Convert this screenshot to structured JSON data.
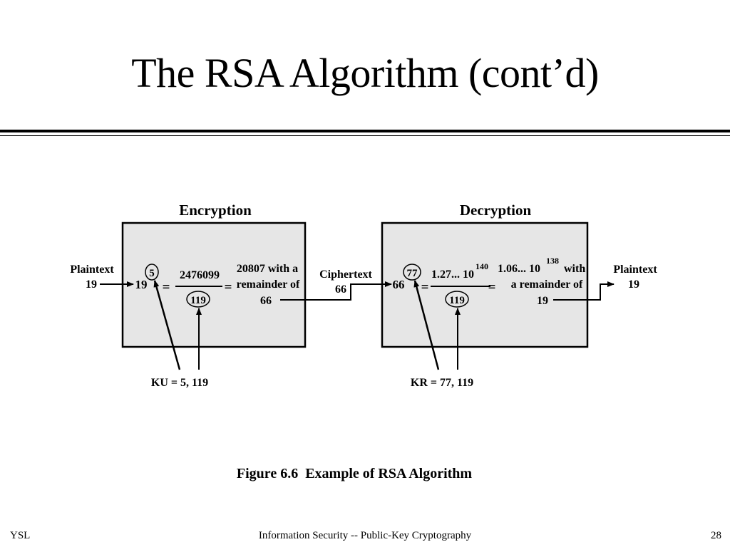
{
  "slide": {
    "title": "The RSA Algorithm (cont’d)"
  },
  "figure": {
    "caption": "Figure 6.6  Example of RSA Algorithm",
    "encryption": {
      "heading": "Encryption",
      "input_label_1": "Plaintext",
      "input_label_2": "19",
      "base": "19",
      "exponent": "5",
      "numerator": "2476099",
      "modulus": "119",
      "eq_1": "=",
      "eq_2": "=",
      "result_line_1": "20807 with a",
      "result_line_2": "remainder of",
      "result_line_3": "66",
      "key_label": "KU = 5, 119"
    },
    "ciphertext": {
      "label_1": "Ciphertext",
      "label_2": "66"
    },
    "decryption": {
      "heading": "Decryption",
      "base": "66",
      "exponent": "77",
      "numerator_mantissa": "1.27...  10",
      "numerator_exponent": "140",
      "modulus": "119",
      "eq_1": "=",
      "eq_2": "=",
      "result_mantissa": "1.06...  10",
      "result_exponent": "138",
      "result_with": "with",
      "result_line_2": "a remainder of",
      "result_line_3": "19",
      "output_label_1": "Plaintext",
      "output_label_2": "19",
      "key_label": "KR = 77, 119"
    }
  },
  "footer": {
    "left": "YSL",
    "center": "Information Security -- Public-Key Cryptography",
    "right": "28"
  }
}
